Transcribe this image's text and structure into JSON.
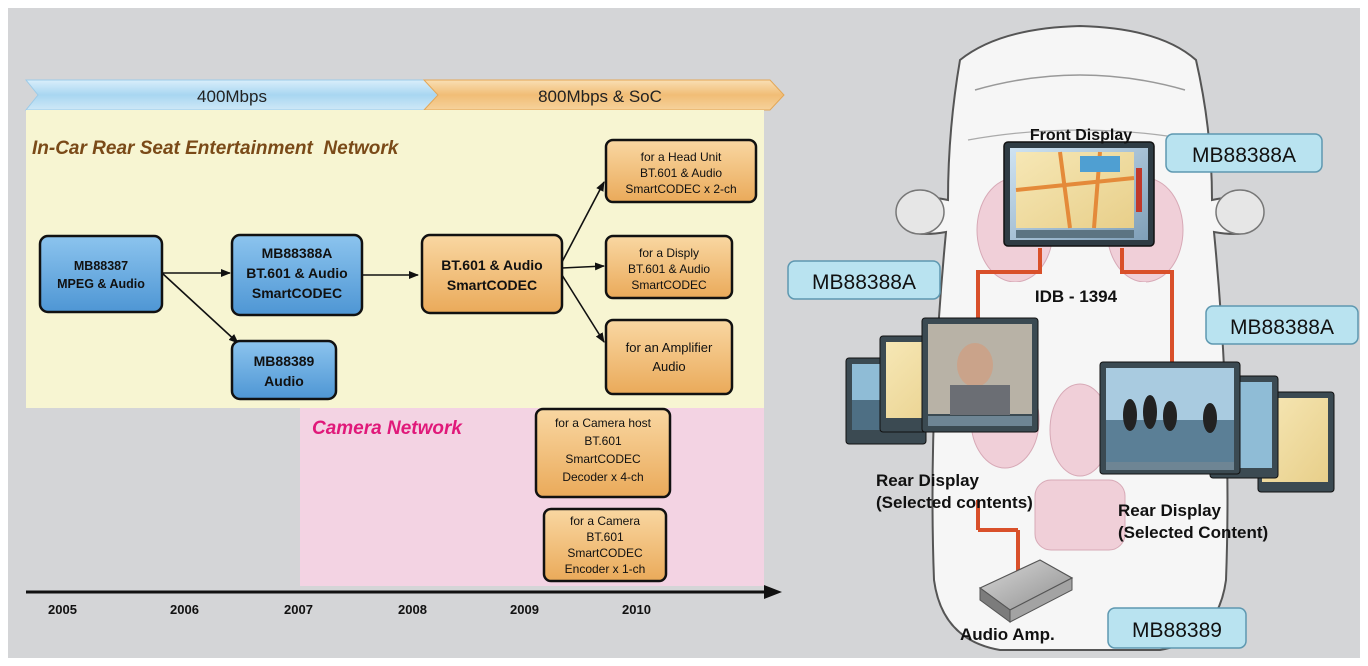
{
  "timeline": {
    "band1": "400Mbps",
    "band2": "800Mbps & SoC",
    "years": [
      "2005",
      "2006",
      "2007",
      "2008",
      "2009",
      "2010"
    ]
  },
  "sections": {
    "incar_title": "In-Car Rear Seat Entertainment  Network",
    "camera_title": "Camera Network"
  },
  "boxes": {
    "mb88387": [
      "MB88387",
      "MPEG & Audio"
    ],
    "mb88388a": [
      "MB88388A",
      "BT.601 & Audio",
      "SmartCODEC"
    ],
    "mb88389": [
      "MB88389",
      "Audio"
    ],
    "bt601": [
      "BT.601 & Audio",
      "SmartCODEC"
    ],
    "head_unit": [
      "for a Head Unit",
      "BT.601 & Audio",
      "SmartCODEC x 2-ch"
    ],
    "display": [
      "for a Disply",
      "BT.601 & Audio",
      "SmartCODEC"
    ],
    "amplifier": [
      "for an Amplifier",
      "Audio"
    ],
    "camera_host": [
      "for a Camera host",
      "BT.601",
      "SmartCODEC",
      "Decoder x 4-ch"
    ],
    "camera": [
      "for a Camera",
      "BT.601",
      "SmartCODEC",
      "Encoder x 1-ch"
    ]
  },
  "car": {
    "front_display": "Front Display",
    "idb": "IDB - 1394",
    "rear_left": [
      "Rear Display",
      "(Selected contents)"
    ],
    "rear_right": [
      "Rear Display",
      "(Selected Content)"
    ],
    "amp": "Audio Amp.",
    "tags": {
      "front": "MB88388A",
      "left": "MB88388A",
      "right": "MB88388A",
      "amp": "MB88389"
    }
  },
  "colors": {
    "blue_box": "#6aaee2",
    "orange_box": "#f4c27a",
    "incar_bg": "#f7f5d2",
    "camera_bg": "#f3d3e3",
    "title_brown": "#7a4a18",
    "title_magenta": "#e0197a",
    "tag_bg": "#b9e3f0"
  }
}
